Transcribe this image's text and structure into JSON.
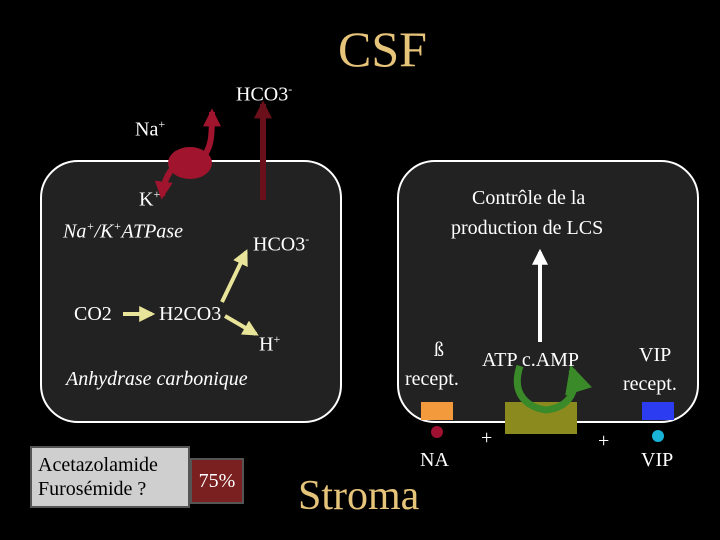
{
  "title": "CSF",
  "colors": {
    "title": "#e6c47a",
    "stroma": "#e6c47a",
    "cell_fill": "#222222",
    "pump": "#a0142e",
    "transport": "#6b0f1a",
    "reaction_arrow": "#e8e49a",
    "drug_box": "#cfcfcf",
    "pct_box": "#7a2020",
    "beta_receptor": "#f39a3c",
    "vip_receptor": "#2c3cf0",
    "adenylate_cyclase": "#8a8a1e",
    "na_ligand": "#a01030",
    "vip_ligand": "#19b3d9"
  },
  "labels": {
    "hco3_top": "HCO3",
    "hco3_top_sup": "-",
    "na_plus": "Na",
    "na_plus_sup": "+",
    "k_plus": "K",
    "k_plus_sup": "+",
    "atpase_na": "Na",
    "atpase_sup1": "+",
    "atpase_mid": "/K",
    "atpase_sup2": "+",
    "atpase_end": "ATPase",
    "hco3_cell": "HCO3",
    "hco3_cell_sup": "-",
    "co2": "CO2",
    "h2co3": "H2CO3",
    "h_plus": "H",
    "h_plus_sup": "+",
    "anhydrase": "Anhydrase carbonique",
    "controle_line1": "Contrôle de la",
    "controle_line2": "production de LCS",
    "beta": "ß",
    "beta_recept": "recept.",
    "atp_camp": "ATP c.AMP",
    "vip_recept_line1": "VIP",
    "vip_recept_line2": "recept.",
    "plus1": "+",
    "plus2": "+",
    "na_ligand": "NA",
    "vip_ligand": "VIP",
    "stroma": "Stroma"
  },
  "drugs": {
    "acetazolamide": "Acetazolamide",
    "furosemide": "Furosémide ?",
    "percent": "75%"
  }
}
